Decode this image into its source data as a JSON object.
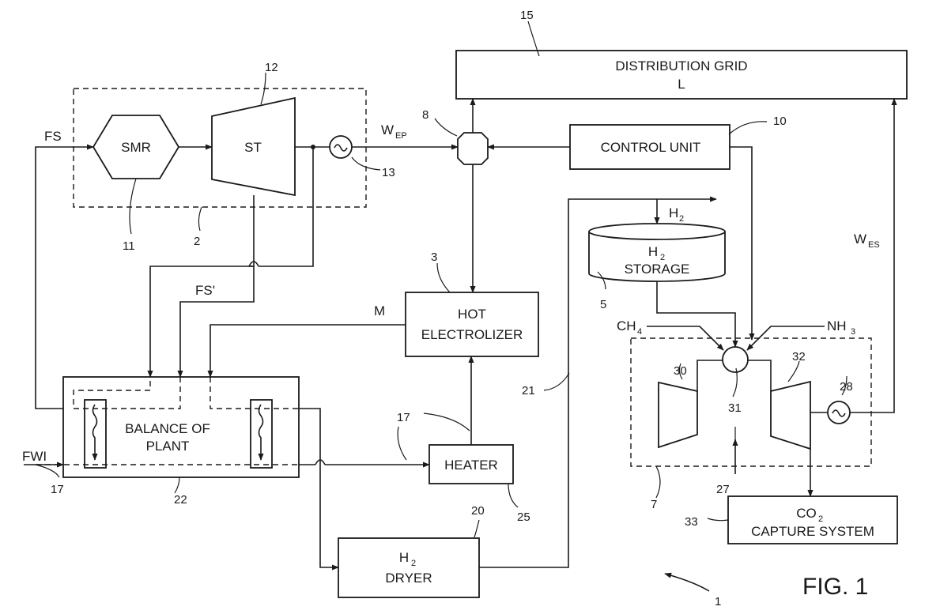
{
  "labels": {
    "distribution_grid": "DISTRIBUTION GRID",
    "distribution_grid_sub": "L",
    "control_unit": "CONTROL UNIT",
    "smr": "SMR",
    "st": "ST",
    "hot_electrolizer_1": "HOT",
    "hot_electrolizer_2": "ELECTROLIZER",
    "h2_storage_1": "H",
    "h2_storage_sub": "2",
    "h2_storage_2": "STORAGE",
    "balance_of_plant_1": "BALANCE OF",
    "balance_of_plant_2": "PLANT",
    "heater": "HEATER",
    "h2_dryer_1": "H",
    "h2_dryer_sub": "2",
    "h2_dryer_2": "DRYER",
    "co2_capture_1": "CO",
    "co2_capture_sub": "2",
    "co2_capture_2": "CAPTURE SYSTEM",
    "fig": "FIG. 1"
  },
  "streams": {
    "fs": "FS",
    "fs_prime": "FS'",
    "fwi": "FWI",
    "m": "M",
    "w_ep": "W",
    "w_ep_sub": "EP",
    "w_es": "W",
    "w_es_sub": "ES",
    "h2": "H",
    "h2_sub": "2",
    "ch4": "CH",
    "ch4_sub": "4",
    "nh3": "NH",
    "nh3_sub": "3"
  },
  "refs": {
    "r1": "1",
    "r2": "2",
    "r3": "3",
    "r5": "5",
    "r7": "7",
    "r8": "8",
    "r10": "10",
    "r11": "11",
    "r12": "12",
    "r13": "13",
    "r15": "15",
    "r17a": "17",
    "r17b": "17",
    "r20": "20",
    "r21": "21",
    "r22": "22",
    "r25": "25",
    "r27": "27",
    "r28": "28",
    "r30": "30",
    "r31": "31",
    "r32": "32",
    "r33": "33"
  }
}
